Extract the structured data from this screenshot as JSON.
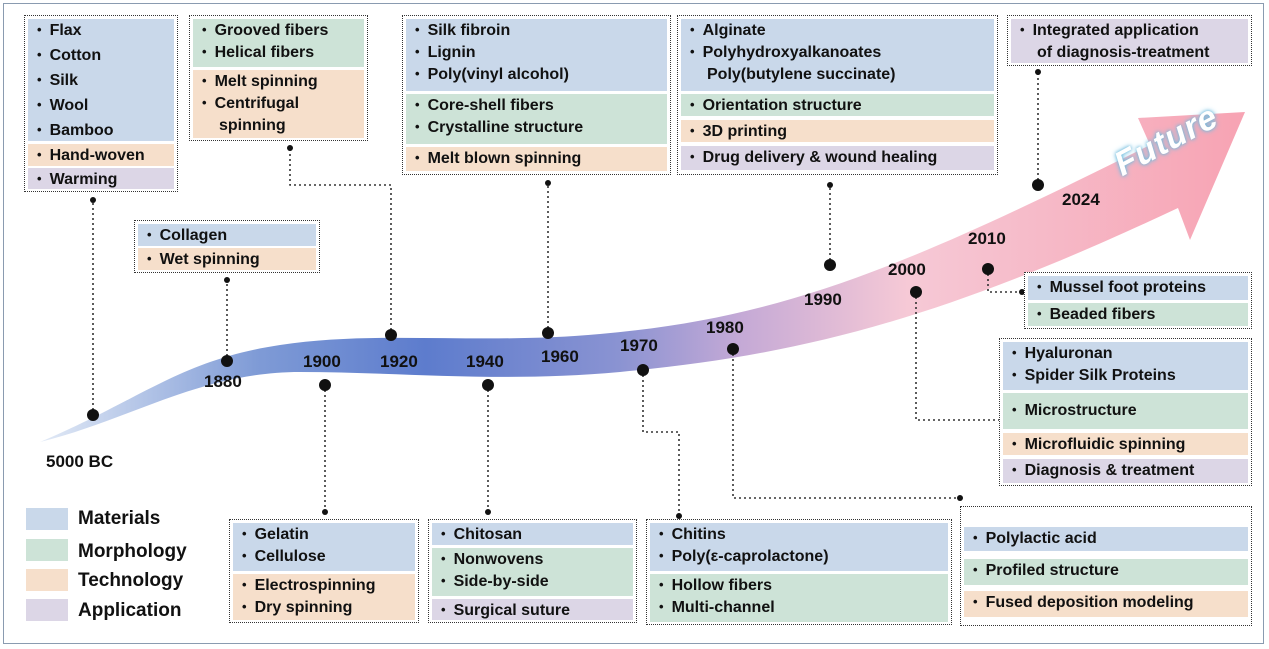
{
  "colors": {
    "materials": "#c9d8ea",
    "morphology": "#cde3d7",
    "technology": "#f6dfcb",
    "application": "#dcd6e6"
  },
  "future_label": "Future",
  "legend": [
    {
      "key": "materials",
      "label": "Materials"
    },
    {
      "key": "morphology",
      "label": "Morphology"
    },
    {
      "key": "technology",
      "label": "Technology"
    },
    {
      "key": "application",
      "label": "Application"
    }
  ],
  "years": [
    "5000 BC",
    "1880",
    "1900",
    "1920",
    "1940",
    "1960",
    "1970",
    "1980",
    "1990",
    "2000",
    "2010",
    "2024"
  ],
  "boxes": {
    "y5000bc": {
      "materials": [
        "Flax",
        "Cotton",
        "Silk",
        "Wool",
        "Bamboo"
      ],
      "technology": [
        "Hand-woven"
      ],
      "application": [
        "Warming"
      ]
    },
    "y1880": {
      "materials": [
        "Collagen"
      ],
      "technology": [
        "Wet spinning"
      ]
    },
    "y1900": {
      "materials": [
        "Gelatin",
        "Cellulose"
      ],
      "technology": [
        "Electrospinning",
        "Dry spinning"
      ]
    },
    "y1920": {
      "morphology": [
        "Grooved fibers",
        "Helical fibers"
      ],
      "technology": [
        "Melt spinning",
        "Centrifugal",
        "spinning"
      ]
    },
    "y1940": {
      "materials": [
        "Chitosan"
      ],
      "morphology": [
        "Nonwovens",
        "Side-by-side"
      ],
      "application": [
        "Surgical suture"
      ]
    },
    "y1960": {
      "materials": [
        "Silk fibroin",
        "Lignin",
        "Poly(vinyl alcohol)"
      ],
      "morphology": [
        "Core-shell fibers",
        "Crystalline structure"
      ],
      "technology": [
        "Melt blown spinning"
      ]
    },
    "y1970": {
      "materials": [
        "Chitins",
        "Poly(ε-caprolactone)"
      ],
      "morphology": [
        "Hollow fibers",
        "Multi-channel"
      ]
    },
    "y1980": {
      "materials": [
        "Polylactic acid"
      ],
      "morphology": [
        "Profiled structure"
      ],
      "technology": [
        "Fused deposition modeling"
      ]
    },
    "y1990": {
      "materials": [
        "Alginate",
        "Polyhydroxyalkanoates",
        "Poly(butylene succinate)"
      ],
      "morphology": [
        "Orientation structure"
      ],
      "technology": [
        "3D printing"
      ],
      "application": [
        "Drug delivery & wound healing"
      ]
    },
    "y2000": {
      "materials": [
        "Hyaluronan",
        "Spider Silk Proteins"
      ],
      "morphology": [
        "Microstructure"
      ],
      "technology": [
        "Microfluidic spinning"
      ],
      "application": [
        "Diagnosis & treatment"
      ]
    },
    "y2010": {
      "materials": [
        "Mussel foot proteins"
      ],
      "morphology": [
        "Beaded fibers"
      ]
    },
    "y2024": {
      "application": [
        "Integrated application",
        "of diagnosis-treatment"
      ]
    }
  }
}
